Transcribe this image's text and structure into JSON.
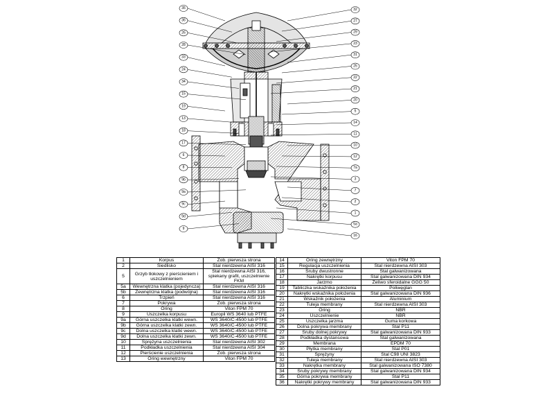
{
  "callouts_left": [
    "35",
    "36",
    "26",
    "28",
    "33",
    "24",
    "34",
    "15",
    "19",
    "13",
    "18",
    "17",
    "6",
    "8",
    "9b",
    "9a",
    "9c",
    "9d",
    "9"
  ],
  "callouts_right": [
    "32",
    "27",
    "29",
    "23",
    "31",
    "25",
    "22",
    "21",
    "20",
    "5",
    "14",
    "11",
    "10",
    "12",
    "7a",
    "3",
    "7",
    "2",
    "1",
    "5a",
    "16"
  ],
  "parts_left": [
    {
      "no": "1",
      "name": "Korpus",
      "material": "Zob. pierwsza strona"
    },
    {
      "no": "2",
      "name": "Siedlisko",
      "material": "Stal nierdzewna AISI 316"
    },
    {
      "no": "5",
      "name": "Grzyb tłokowy z pierścieniem i uszczelnieniem",
      "material": "Stal nierdzewna AISI 316, spiekany grafit, uszczelnienie FKM"
    },
    {
      "no": "5a",
      "name": "Wewnętrzna klatka (pojedyncza)",
      "material": "Stal nierdzewna AISI 316"
    },
    {
      "no": "5b",
      "name": "Zewnętrzna klatka (podwójna)",
      "material": "Stal nierdzewna AISI 316"
    },
    {
      "no": "6",
      "name": "Trzpień",
      "material": "Stal nierdzewna AISI 316"
    },
    {
      "no": "7",
      "name": "Pokrywa",
      "material": "Zob. pierwsza strona"
    },
    {
      "no": "8",
      "name": "Oring",
      "material": "Viton FPM 70"
    },
    {
      "no": "9",
      "name": "Uszczelka korpusu",
      "material": "Europil WS 3640 lub PTFE"
    },
    {
      "no": "9a",
      "name": "Górna uszczelka klatki wewn.",
      "material": "WS 3640/C-4500 lub PTFE"
    },
    {
      "no": "9b",
      "name": "Górna uszczelka klatki zewn.",
      "material": "WS 3640/C-4500 lub PTFE"
    },
    {
      "no": "9c",
      "name": "Dolna uszczelka klatki wewn.",
      "material": "WS 3640/C-4500 lub PTFE"
    },
    {
      "no": "9d",
      "name": "Dolna uszczelka klatki zewn.",
      "material": "WS 3640/C-4500 lub PTFE"
    },
    {
      "no": "10",
      "name": "Sprężyna uszczelnienia",
      "material": "Stal nierdzewna AISI 302"
    },
    {
      "no": "11",
      "name": "Podkładka uszczelnienia",
      "material": "Stal nierdzewna AISI 304"
    },
    {
      "no": "12",
      "name": "Pierścienie uszczelnienia",
      "material": "Zob. pierwsza strona"
    },
    {
      "no": "13",
      "name": "Oring wewnętrzny",
      "material": "Viton FPM 70"
    }
  ],
  "parts_right": [
    {
      "no": "14",
      "name": "Oring zewnętrzny",
      "material": "Viton FPM 70"
    },
    {
      "no": "15",
      "name": "Regulacja uszczelnienia",
      "material": "Stal nierdzewna AISI 303"
    },
    {
      "no": "16",
      "name": "Śruby dwustronne",
      "material": "Stal galwanizowana"
    },
    {
      "no": "17",
      "name": "Nakrętki korpusu",
      "material": "Stal galwanizowana DIN 934"
    },
    {
      "no": "18",
      "name": "Jarzmo",
      "material": "Żeliwo sferoidalne GGG 50"
    },
    {
      "no": "19",
      "name": "Tabliczka wskaźnika położenia",
      "material": "Poliwęglan"
    },
    {
      "no": "20",
      "name": "Nakrętki wskaźnika położenia",
      "material": "Stal galwanizowana DIN 936"
    },
    {
      "no": "21",
      "name": "Wskaźnik położenia",
      "material": "Aluminium"
    },
    {
      "no": "22",
      "name": "Tuleja membrany",
      "material": "Stal nierdzewna AISI 303"
    },
    {
      "no": "23",
      "name": "Oring",
      "material": "NBR"
    },
    {
      "no": "24",
      "name": "Uszczelnienie",
      "material": "NBR"
    },
    {
      "no": "25",
      "name": "Uszczelka jarzma",
      "material": "Guma korkowa"
    },
    {
      "no": "26",
      "name": "Dolna pokrywa membrany",
      "material": "Stal P11"
    },
    {
      "no": "27",
      "name": "Śruby dolnej pokrywy",
      "material": "Stal galwanizowana DIN 933"
    },
    {
      "no": "28",
      "name": "Podkładka dystansowa",
      "material": "Stal galwanizowana"
    },
    {
      "no": "29",
      "name": "Membrana",
      "material": "EPDM 70"
    },
    {
      "no": "30",
      "name": "Płytka membrany",
      "material": "Stal P01"
    },
    {
      "no": "31",
      "name": "Sprężyny",
      "material": "Stal C98 UNI 3823"
    },
    {
      "no": "32",
      "name": "Tuleja membrany",
      "material": "Stal nierdzewna AISI 303"
    },
    {
      "no": "33",
      "name": "Nakrętka membrany",
      "material": "Stal galwanizowana ISO 7380"
    },
    {
      "no": "34",
      "name": "Śruby pokrywy membrany",
      "material": "Stal galwanizowana DIN 934"
    },
    {
      "no": "35",
      "name": "Górna pokrywa membrany",
      "material": "Stal P11"
    },
    {
      "no": "36",
      "name": "Nakrętki pokrywy membrany",
      "material": "Stal galwanizowana DIN 933"
    }
  ]
}
